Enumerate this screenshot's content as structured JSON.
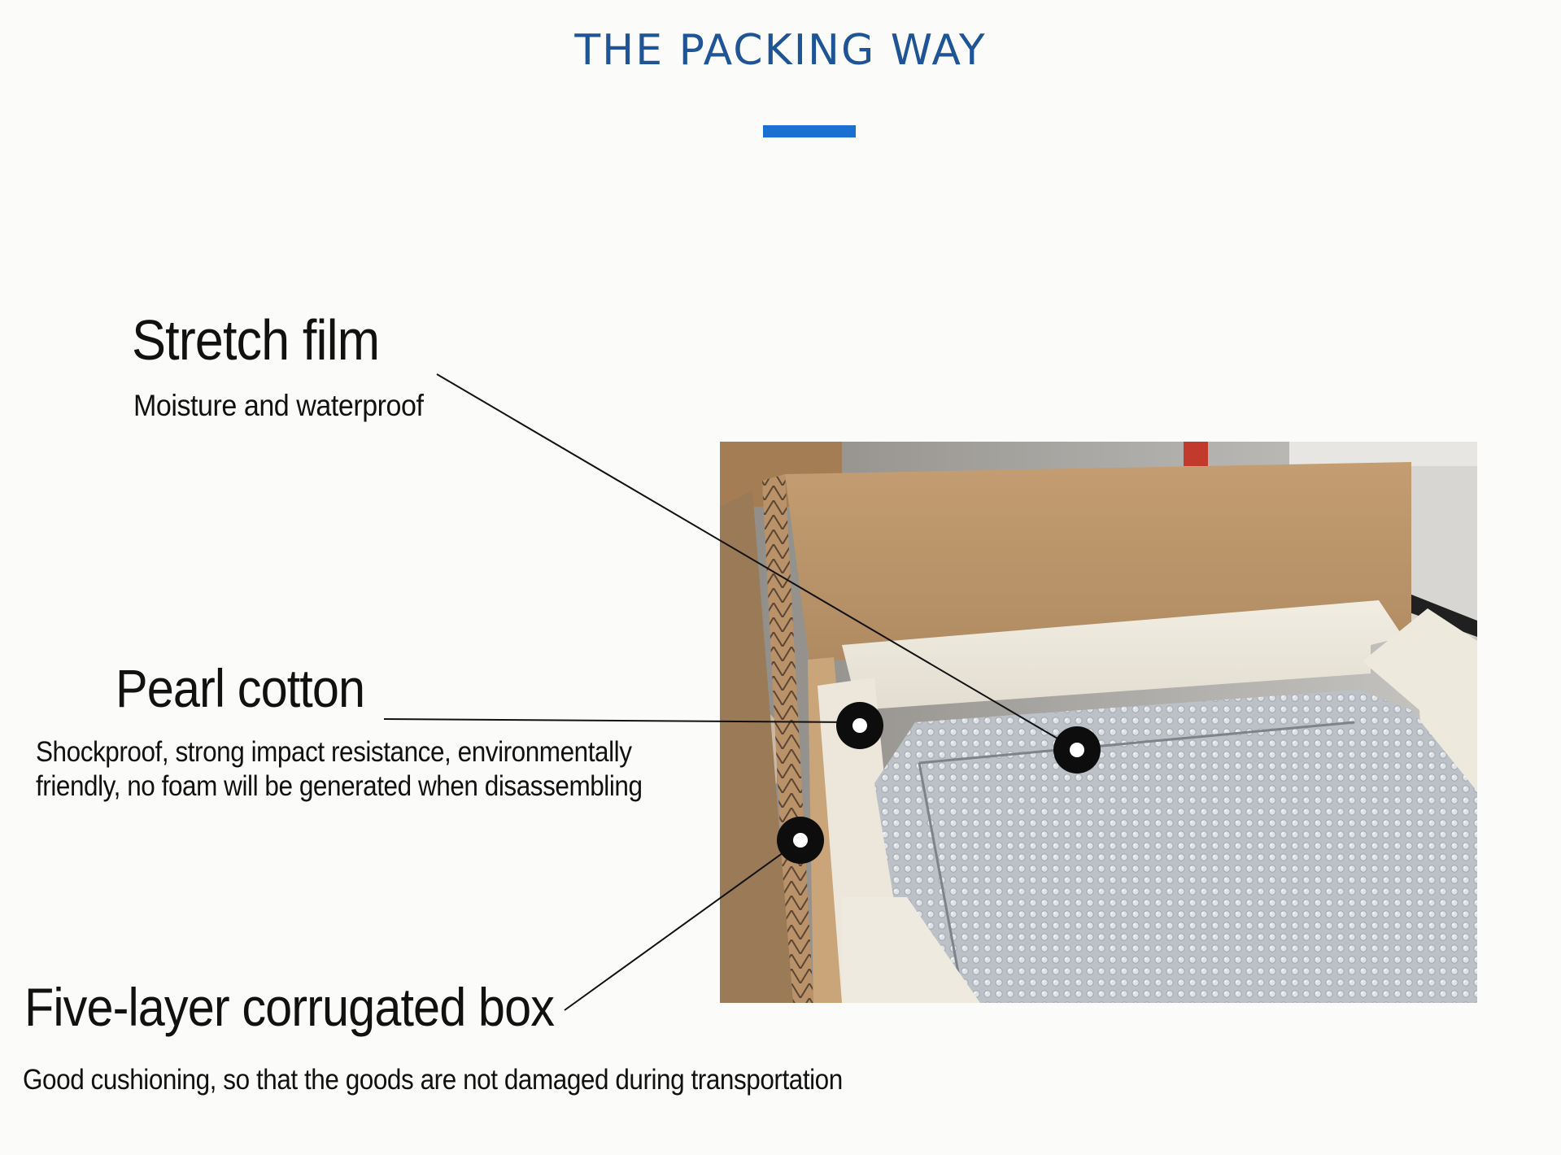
{
  "header": {
    "title": "THE PACKING WAY",
    "accent_color": "#1b6fd0",
    "title_color": "#1f5596"
  },
  "callouts": [
    {
      "heading": "Stretch film",
      "description": "Moisture and waterproof"
    },
    {
      "heading": "Pearl cotton",
      "description_line1": "Shockproof, strong impact resistance, environmentally",
      "description_line2": "friendly, no foam will be generated when disassembling"
    },
    {
      "heading": "Five-layer corrugated box",
      "description": "Good cushioning, so that the goods are not damaged during transportation"
    }
  ],
  "photo": {
    "subject": "packed-box-photo",
    "marker_icon": "ring-marker-icon"
  }
}
